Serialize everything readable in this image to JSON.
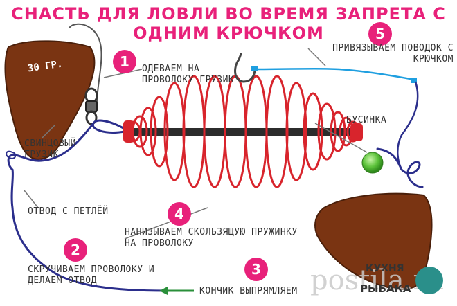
{
  "title": {
    "line1": "Снасть для ловли во время запрета с",
    "line2": "одним крючком"
  },
  "weights": {
    "left_label": "30 гр."
  },
  "labels": {
    "lead_weight": "Свинцовый грузик",
    "loop_branch": "Отвод с петлёй",
    "bead": "Бусинка"
  },
  "steps": [
    {
      "num": "1",
      "text": "Одеваем на проволоку грузик"
    },
    {
      "num": "2",
      "text": "Скручиваем проволоку и делаем отвод"
    },
    {
      "num": "3",
      "text": "Кончик выпрямляем"
    },
    {
      "num": "4",
      "text": "Нанизываем скользящую пружинку на проволоку"
    },
    {
      "num": "5",
      "text": "Привязываем поводок с крючком"
    }
  ],
  "logo": {
    "line1": "Кухня",
    "line2": "Рыбака"
  },
  "watermark": "postila.ru",
  "colors": {
    "title_pink": "#e8217a",
    "weight_brown": "#7a3412",
    "wire_blue": "#2b2e8c",
    "leader_cyan": "#1f9fe0",
    "spring_red": "#d8242c",
    "bead_green": "#5cc23a",
    "arrow_green": "#2a8f3a"
  }
}
